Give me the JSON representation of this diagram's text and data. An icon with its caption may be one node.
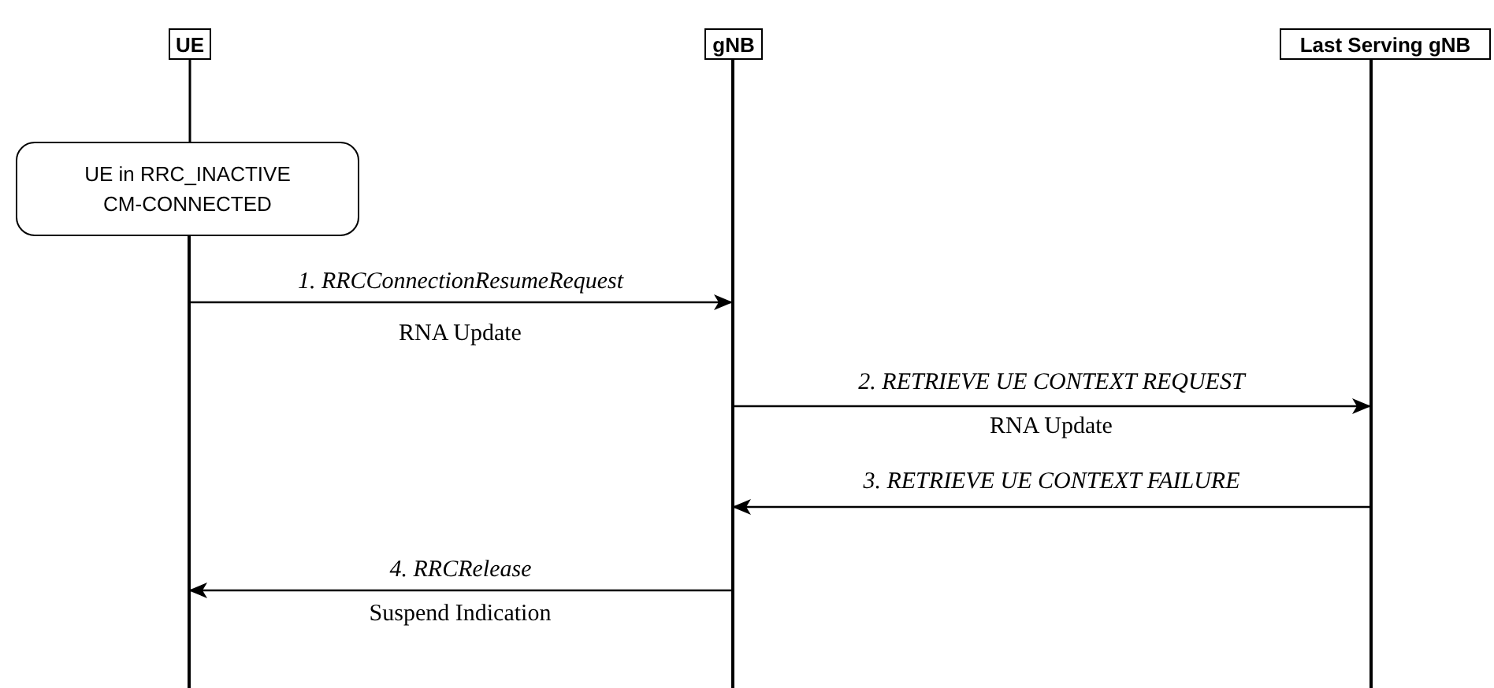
{
  "diagram": {
    "nodes": [
      {
        "text": [
          "UE"
        ]
      },
      {
        "text": [
          "gNB"
        ]
      },
      {
        "text": [
          "Last Serving gNB"
        ]
      },
      {
        "text": [
          "UE in RRC_INACTIVE CM-CONNECTED"
        ]
      },
      {
        "text": [],
        "shape": "bar"
      },
      {
        "text": [],
        "shape": "bar"
      },
      {
        "text": [],
        "shape": "bar"
      }
    ],
    "edges": [
      {
        "from": 4,
        "to": 5,
        "arrow": "to",
        "label": "1. RRCConnectionResumeRequest"
      },
      {
        "from": 5,
        "to": 6,
        "arrow": "to",
        "label": "2. RETRIEVE UE CONTEXT REQUEST"
      },
      {
        "from": 6,
        "to": 5,
        "arrow": "to",
        "label": "3. RETRIEVE UE CONTEXT FAILURE"
      },
      {
        "from": 5,
        "to": 4,
        "arrow": "to",
        "label": "4. RRCRelease"
      },
      {
        "from": 0,
        "to": 3,
        "arrow": "none"
      }
    ],
    "labels": [
      "RNA Update",
      "RNA Update",
      "Suspend Indication"
    ]
  }
}
